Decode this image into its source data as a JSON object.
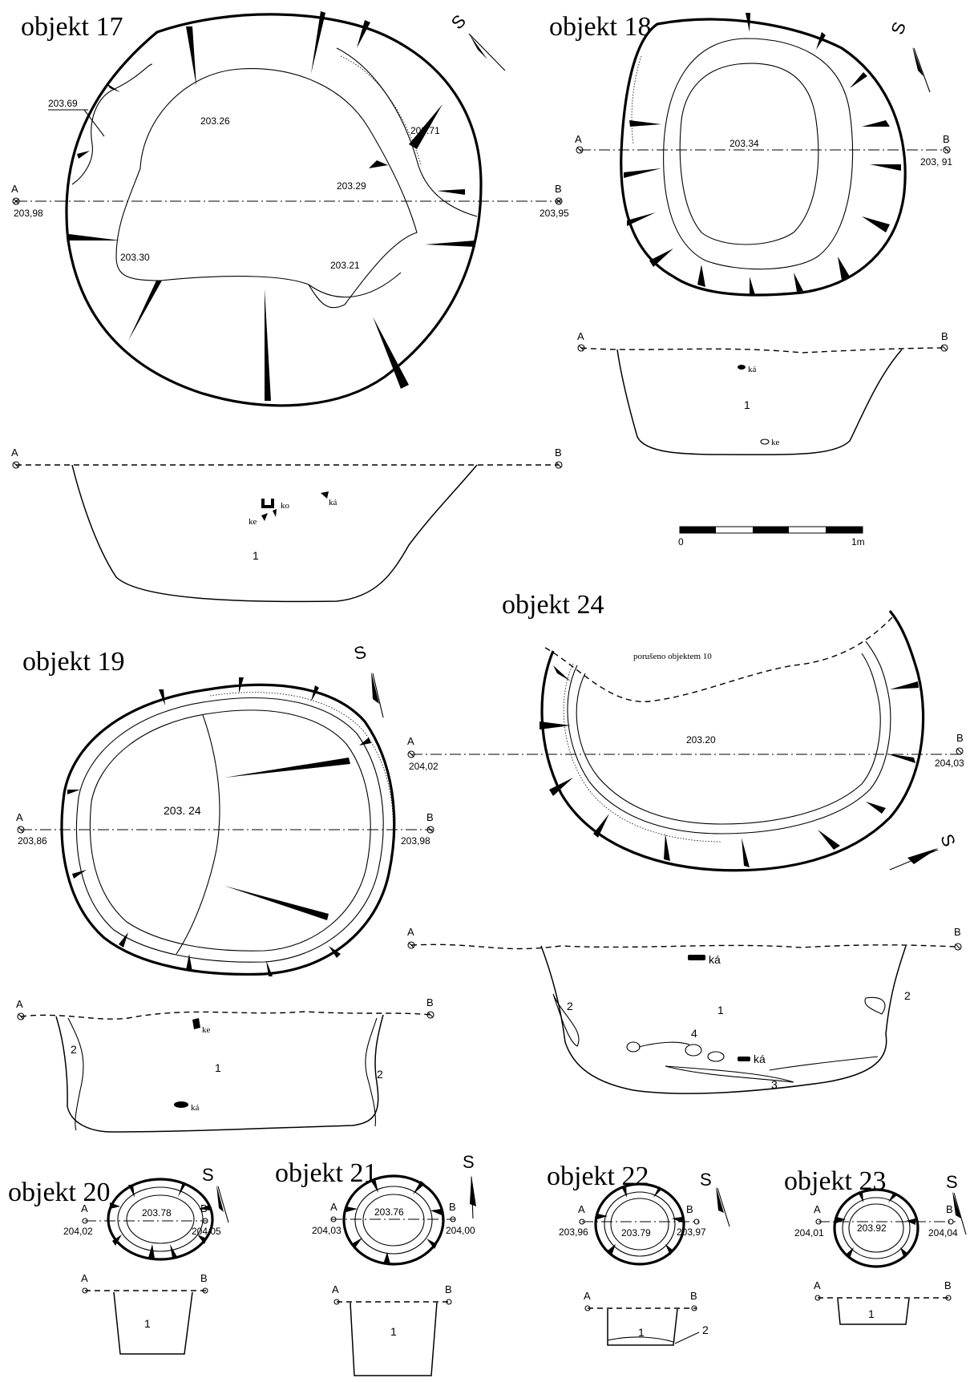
{
  "objects": {
    "o17": {
      "title": "objekt 17",
      "a_label": "A",
      "b_label": "B",
      "a_height": "203,98",
      "b_height": "203,95",
      "levels": [
        "203.69",
        "203.26",
        "203.71",
        "203.29",
        "203.30",
        "203.21"
      ],
      "finds": {
        "ko": "ko",
        "ke": "ke",
        "ka": "ká"
      },
      "layer": "1"
    },
    "o18": {
      "title": "objekt 18",
      "a_label": "A",
      "b_label": "B",
      "b_height": "203, 91",
      "level": "203.34",
      "finds": {
        "ka": "ká",
        "ke": "ke"
      },
      "layer": "1"
    },
    "o19": {
      "title": "objekt 19",
      "a_label": "A",
      "b_label": "B",
      "a_height": "203,86",
      "b_height": "203,98",
      "level": "203. 24",
      "finds": {
        "ke": "ke",
        "ka": "ká"
      },
      "layer": "1",
      "layer2": "2"
    },
    "o24": {
      "title": "objekt 24",
      "a_label": "A",
      "b_label": "B",
      "a_height": "204,02",
      "b_height": "204,03",
      "level": "203.20",
      "note": "porušeno objektem 10",
      "finds": {
        "ka": "ká"
      },
      "layer": "1",
      "layer2": "2",
      "layer3": "3",
      "layer4": "4"
    },
    "o20": {
      "title": "objekt 20",
      "a_label": "A",
      "b_label": "B",
      "a_height": "204,02",
      "b_height": "204,05",
      "level": "203.78",
      "layer": "1"
    },
    "o21": {
      "title": "objekt 21",
      "a_label": "A",
      "b_label": "B",
      "a_height": "204,03",
      "b_height": "204,00",
      "level": "203.76",
      "layer": "1"
    },
    "o22": {
      "title": "objekt 22",
      "a_label": "A",
      "b_label": "B",
      "a_height": "203,96",
      "b_height": "203,97",
      "level": "203.79",
      "layer": "1",
      "layer2": "2"
    },
    "o23": {
      "title": "objekt 23",
      "a_label": "A",
      "b_label": "B",
      "a_height": "204,01",
      "b_height": "204,04",
      "level": "203.92",
      "layer": "1"
    }
  },
  "north_label": "S",
  "scale": {
    "start": "0",
    "end": "1m"
  }
}
